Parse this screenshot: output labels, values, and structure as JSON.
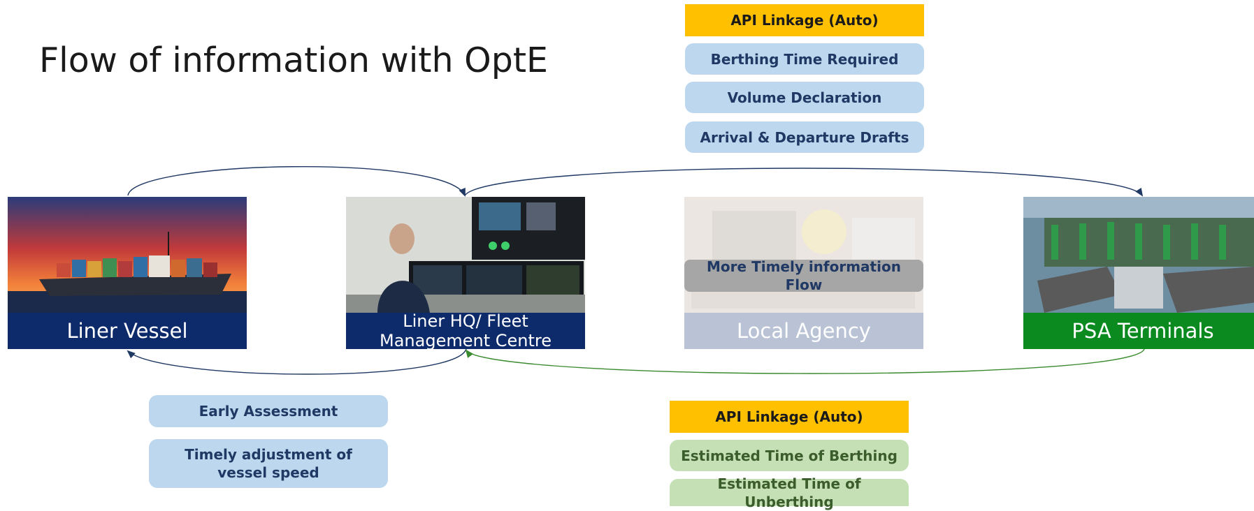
{
  "title": "Flow of information with OptE",
  "top_boxes": {
    "header": "API Linkage (Auto)",
    "items": [
      "Berthing Time Required",
      "Volume Declaration",
      "Arrival & Departure Drafts"
    ]
  },
  "nodes": {
    "liner_vessel": "Liner Vessel",
    "liner_hq": "Liner HQ/ Fleet Management Centre",
    "local_agency": "Local Agency",
    "psa_terminals": "PSA Terminals"
  },
  "overlay_text": "More Timely information Flow",
  "left_boxes": [
    "Early Assessment",
    "Timely adjustment of vessel speed"
  ],
  "bottom_boxes": {
    "header": "API Linkage (Auto)",
    "items": [
      "Estimated Time of Berthing",
      "Estimated Time of Unberthing"
    ]
  },
  "colors": {
    "accent_yellow": "#ffc000",
    "light_blue": "#bdd7ee",
    "light_green": "#c5e0b4",
    "navy": "#0d2b6b",
    "psa_green": "#0a8a1f",
    "arrow_navy": "#1f3864",
    "arrow_green": "#3a8a2e"
  }
}
